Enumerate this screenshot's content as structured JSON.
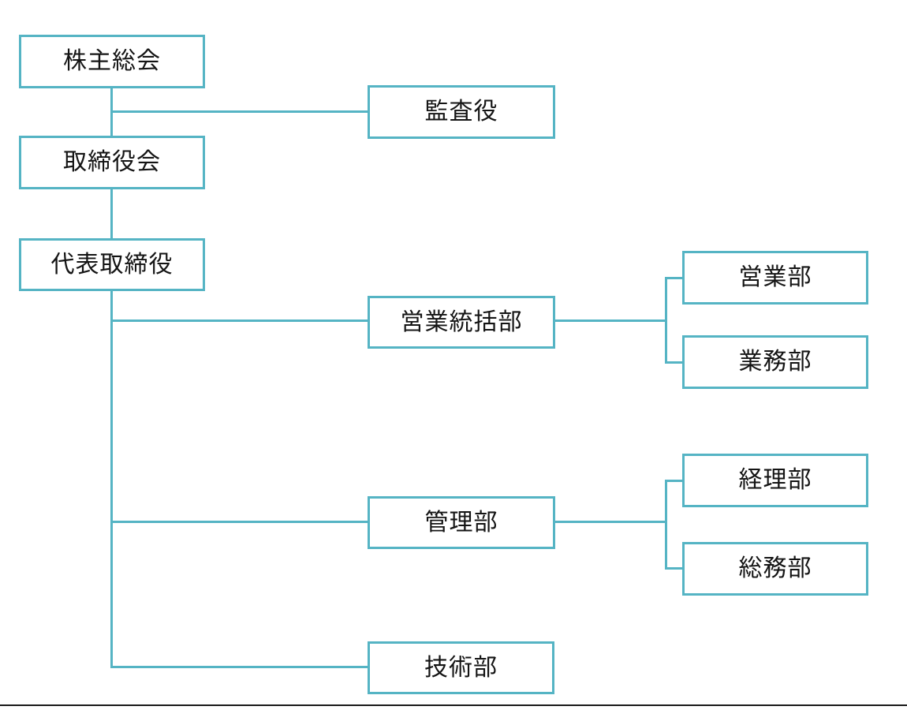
{
  "diagram": {
    "type": "org-chart",
    "accent_color": "#55B4C4",
    "text_color": "#141414",
    "bottom_rule_color": "#191919",
    "nodes": [
      {
        "id": "shareholders-meeting",
        "label": "株主総会"
      },
      {
        "id": "auditor",
        "label": "監査役"
      },
      {
        "id": "board-of-directors",
        "label": "取締役会"
      },
      {
        "id": "representative-director",
        "label": "代表取締役"
      },
      {
        "id": "sales-supervision-division",
        "label": "営業統括部"
      },
      {
        "id": "sales-department",
        "label": "営業部"
      },
      {
        "id": "operations-department",
        "label": "業務部"
      },
      {
        "id": "administration-department",
        "label": "管理部"
      },
      {
        "id": "accounting-department",
        "label": "経理部"
      },
      {
        "id": "general-affairs-department",
        "label": "総務部"
      },
      {
        "id": "engineering-department",
        "label": "技術部"
      }
    ],
    "edges": [
      {
        "from": "shareholders-meeting",
        "to": "board-of-directors"
      },
      {
        "from": "shareholders-meeting",
        "to": "auditor"
      },
      {
        "from": "board-of-directors",
        "to": "representative-director"
      },
      {
        "from": "representative-director",
        "to": "sales-supervision-division"
      },
      {
        "from": "representative-director",
        "to": "administration-department"
      },
      {
        "from": "representative-director",
        "to": "engineering-department"
      },
      {
        "from": "sales-supervision-division",
        "to": "sales-department"
      },
      {
        "from": "sales-supervision-division",
        "to": "operations-department"
      },
      {
        "from": "administration-department",
        "to": "accounting-department"
      },
      {
        "from": "administration-department",
        "to": "general-affairs-department"
      }
    ]
  }
}
